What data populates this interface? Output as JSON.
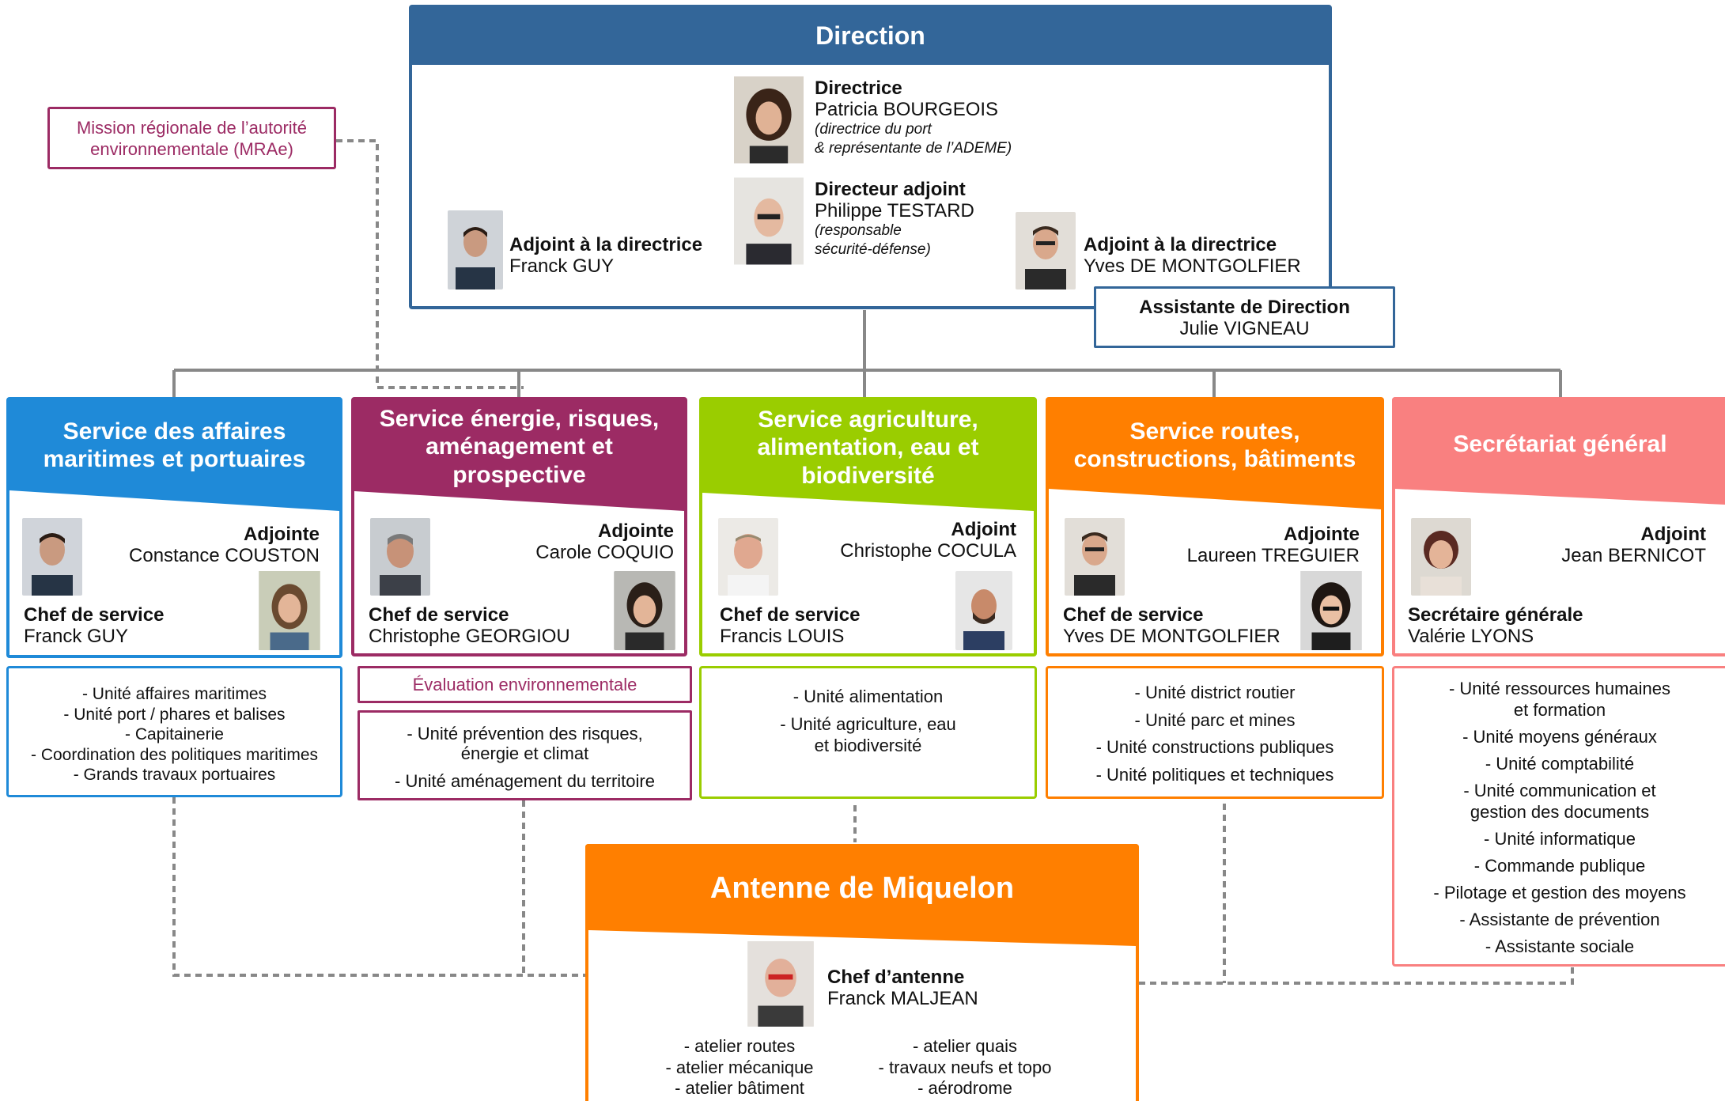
{
  "direction": {
    "title": "Direction",
    "directrice": {
      "role": "Directrice",
      "name": "Patricia BOURGEOIS",
      "note": "(directrice du port\n& représentante de l’ADEME)"
    },
    "adjoint_directeur": {
      "role": "Directeur adjoint",
      "name": "Philippe TESTARD",
      "note": "(responsable\nsécurité-défense)"
    },
    "adjoint_left": {
      "role": "Adjoint à la directrice",
      "name": "Franck GUY"
    },
    "adjoint_right": {
      "role": "Adjoint à la directrice",
      "name": "Yves DE MONTGOLFIER"
    },
    "assistante": {
      "role": "Assistante de Direction",
      "name": "Julie VIGNEAU"
    },
    "color": "#336699"
  },
  "mrae": {
    "label": "Mission régionale de l’autorité\nenvironnementale (MRAe)",
    "color": "#9c2b64"
  },
  "services": [
    {
      "title": "Service des affaires\nmaritimes et portuaires",
      "color": "#1f8ad8",
      "adjoint_role": "Adjointe",
      "adjoint_name": "Constance COUSTON",
      "chef_role": "Chef de service",
      "chef_name": "Franck GUY",
      "units": [
        "- Unité affaires maritimes",
        "- Unité port / phares et balises",
        "- Capitainerie",
        "- Coordination des politiques maritimes",
        "- Grands travaux portuaires"
      ]
    },
    {
      "title": "Service énergie, risques,\naménagement et\nprospective",
      "color": "#9c2b64",
      "adjoint_role": "Adjointe",
      "adjoint_name": "Carole COQUIO",
      "chef_role": "Chef de service",
      "chef_name": "Christophe GEORGIOU",
      "extra": "Évaluation environnementale",
      "units": [
        "- Unité prévention des risques,\nénergie et climat",
        "- Unité aménagement du territoire"
      ]
    },
    {
      "title": "Service agriculture,\nalimentation, eau et\nbiodiversité",
      "color": "#9acd00",
      "adjoint_role": "Adjoint",
      "adjoint_name": "Christophe COCULA",
      "chef_role": "Chef de service",
      "chef_name": "Francis LOUIS",
      "units": [
        "- Unité alimentation",
        "- Unité agriculture, eau\net biodiversité"
      ]
    },
    {
      "title": "Service routes,\nconstructions, bâtiments",
      "color": "#ff7f00",
      "adjoint_role": "Adjointe",
      "adjoint_name": "Laureen TREGUIER",
      "chef_role": "Chef de service",
      "chef_name": "Yves DE MONTGOLFIER",
      "units": [
        "- Unité district routier",
        "- Unité parc et mines",
        "- Unité constructions publiques",
        "- Unité politiques et techniques"
      ]
    },
    {
      "title": "Secrétariat général",
      "color": "#f98080",
      "adjoint_role": "Adjoint",
      "adjoint_name": "Jean BERNICOT",
      "chef_role": "Secrétaire générale",
      "chef_name": "Valérie LYONS",
      "units": [
        "- Unité ressources humaines\net formation",
        "- Unité moyens généraux",
        "- Unité comptabilité",
        "- Unité communication et\ngestion des documents",
        "- Unité informatique",
        "- Commande publique",
        "- Pilotage et gestion des moyens",
        "- Assistante de prévention",
        "- Assistante sociale"
      ]
    }
  ],
  "antenne": {
    "title": "Antenne de Miquelon",
    "color": "#ff7f00",
    "chef_role": "Chef d’antenne",
    "chef_name": "Franck MALJEAN",
    "ateliers_left": [
      "- atelier routes",
      "- atelier mécanique",
      "- atelier bâtiment"
    ],
    "ateliers_right": [
      "- atelier quais",
      "- travaux neufs et topo",
      "- aérodrome"
    ]
  }
}
